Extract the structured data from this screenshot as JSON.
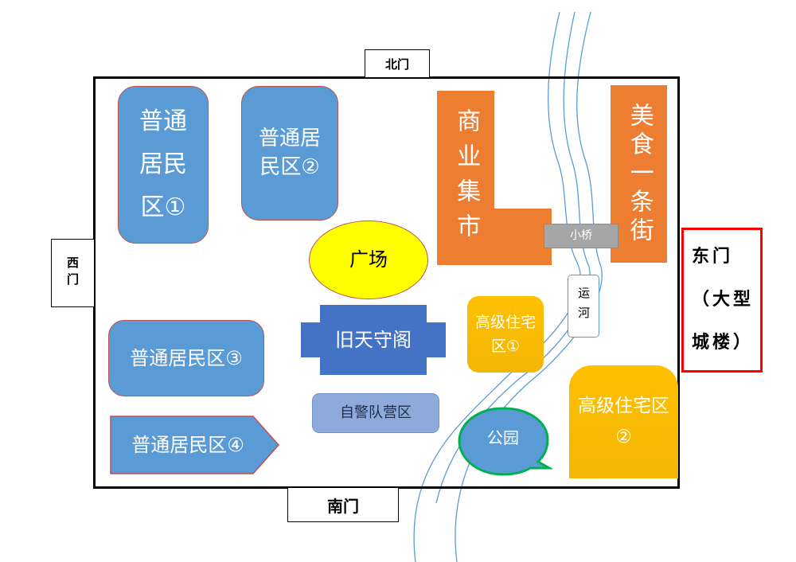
{
  "gates": {
    "north": "北门",
    "south": "南门",
    "west": "西门",
    "east_line1": "东门",
    "east_line2": "（大型",
    "east_line3": "城楼）"
  },
  "zones": {
    "residential1": "普通居民区①",
    "residential2": "普通居民区②",
    "residential3": "普通居民区③",
    "residential4": "普通居民区④",
    "plaza": "广场",
    "market": "商业集市",
    "food_street": "美食一条街",
    "bridge": "小桥",
    "canal": "运河",
    "premium1": "高级住宅区①",
    "premium2": "高级住宅区②",
    "castle": "旧天守阁",
    "guard_camp": "自警队营区",
    "park": "公园"
  },
  "colors": {
    "residential": "#5b9bd5",
    "commercial": "#ed7d31",
    "premium": "#ffc000",
    "castle": "#4472c4",
    "plaza": "#ffff00",
    "camp": "#8eaadb",
    "east_gate_border": "#ff0000",
    "park_border": "#00b050"
  }
}
